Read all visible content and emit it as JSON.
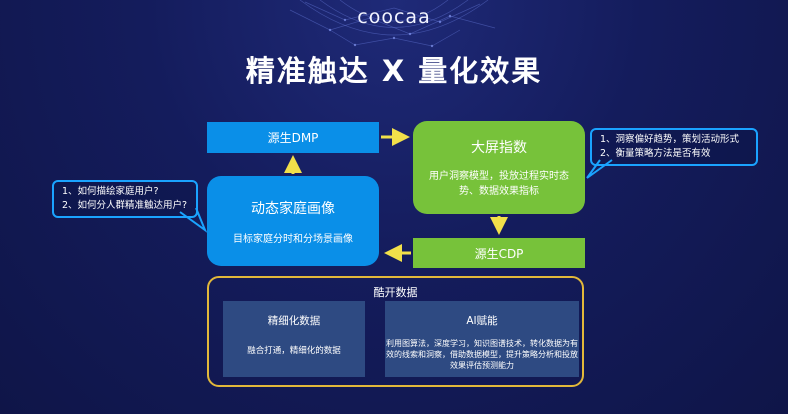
{
  "header": {
    "brand": "coocaa",
    "title": "精准触达 X 量化效果"
  },
  "nodes": {
    "source_dmp": "源生DMP",
    "dynamic_profile": {
      "title": "动态家庭画像",
      "subtitle": "目标家庭分时和分场景画像"
    },
    "big_screen_index": {
      "title": "大屏指数",
      "subtitle": "用户洞察模型，投放过程实时态势、数据效果指标"
    },
    "source_cdp": "源生CDP"
  },
  "callouts": {
    "left": [
      "1、如何描绘家庭用户?",
      "2、如何分人群精准触达用户?"
    ],
    "right": [
      "1、洞察偏好趋势，策划活动形式",
      "2、衡量策略方法是否有效"
    ]
  },
  "data_panel": {
    "title": "酷开数据",
    "cards": [
      {
        "title": "精细化数据",
        "text": "融合打通，精细化的数据"
      },
      {
        "title": "AI赋能",
        "text": "利用图算法，深度学习，知识图谱技术，转化数据为有效的线索和洞察，借助数据模型，提升策略分析和投放效果评估预测能力"
      }
    ]
  },
  "colors": {
    "background": "#141c5c",
    "blue_node": "#0a8fe8",
    "green_node": "#77c23a",
    "arrow": "#f2e04a",
    "panel_border": "#e2b83a",
    "callout_border": "#1aa3ff"
  }
}
